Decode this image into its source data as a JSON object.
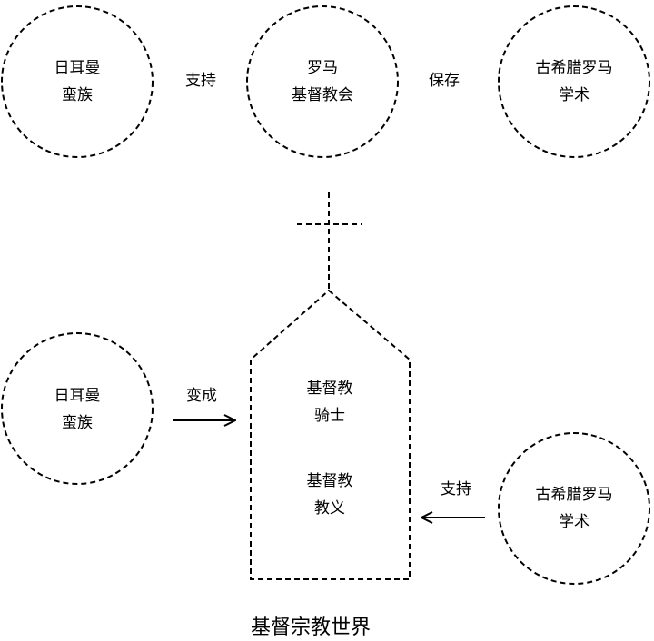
{
  "top_row": {
    "left_circle": {
      "line1": "日耳曼",
      "line2": "蛮族"
    },
    "left_label": "支持",
    "center_circle": {
      "line1": "罗马",
      "line2": "基督教会"
    },
    "right_label": "保存",
    "right_circle": {
      "line1": "古希腊罗马",
      "line2": "学术"
    }
  },
  "bottom_row": {
    "left_circle": {
      "line1": "日耳曼",
      "line2": "蛮族"
    },
    "left_arrow_label": "变成",
    "church": {
      "block1": {
        "line1": "基督教",
        "line2": "骑士"
      },
      "block2": {
        "line1": "基督教",
        "line2": "教义"
      }
    },
    "right_arrow_label": "支持",
    "right_circle": {
      "line1": "古希腊罗马",
      "line2": "学术"
    }
  },
  "caption": "基督宗教世界"
}
